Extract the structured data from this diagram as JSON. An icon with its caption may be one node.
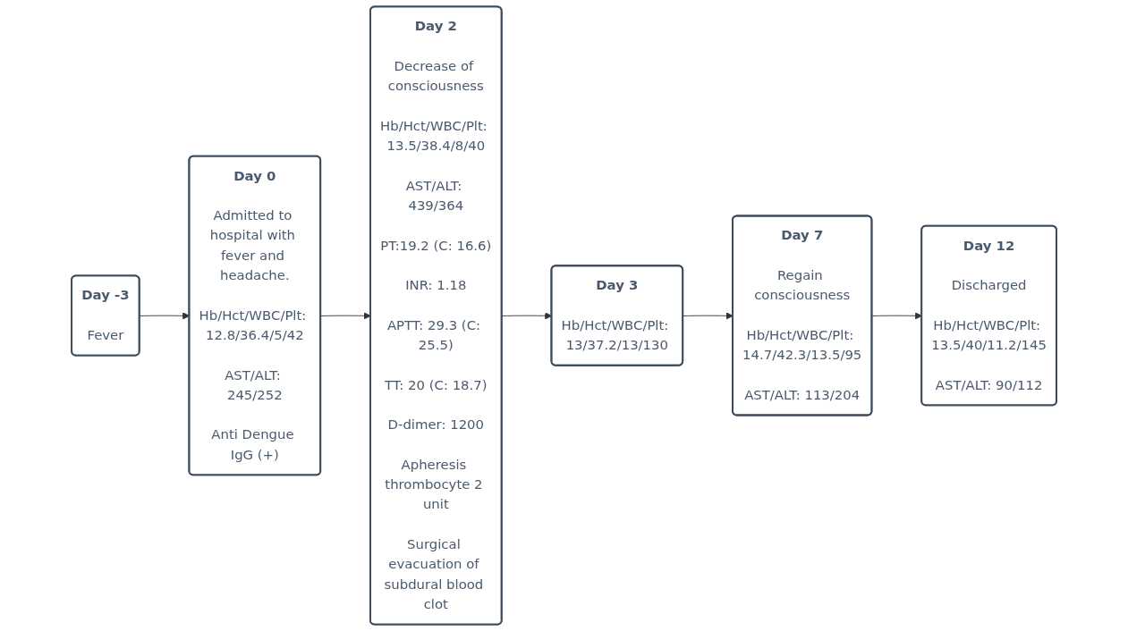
{
  "diagram": {
    "nodes": [
      {
        "text": [
          "Day -3",
          "Fever"
        ]
      },
      {
        "text": [
          "Day 0",
          "Admitted to hospital with fever and headache.",
          "Hb/Hct/WBC/Plt: 12.8/36.4/5/42",
          "AST/ALT: 245/252",
          "Anti Dengue IgG (+)"
        ]
      },
      {
        "text": [
          "Day 2",
          "Decrease of consciousness",
          "Hb/Hct/WBC/Plt: 13.5/38.4/8/40",
          "AST/ALT: 439/364",
          "PT:19.2 (C: 16.6)",
          "INR: 1.18",
          "APTT: 29.3 (C: 25.5)",
          "TT: 20 (C: 18.7)",
          "D-dimer: 1200",
          "Apheresis thrombocyte 2 unit",
          "Surgical evacuation of subdural blood clot"
        ]
      },
      {
        "text": [
          "Day 3",
          "Hb/Hct/WBC/Plt: 13/37.2/13/130"
        ]
      },
      {
        "text": [
          "Day 7",
          "Regain consciousness",
          "Hb/Hct/WBC/Plt: 14.7/42.3/13.5/95",
          "AST/ALT: 113/204"
        ]
      },
      {
        "text": [
          "Day 12",
          "Discharged",
          "Hb/Hct/WBC/Plt: 13.5/40/11.2/145",
          "AST/ALT: 90/112"
        ]
      }
    ],
    "edges": [
      {
        "from": 0,
        "to": 1,
        "arrow": "to"
      },
      {
        "from": 1,
        "to": 2,
        "arrow": "to"
      },
      {
        "from": 2,
        "to": 3,
        "arrow": "to"
      },
      {
        "from": 3,
        "to": 4,
        "arrow": "to"
      },
      {
        "from": 4,
        "to": 5,
        "arrow": "to"
      }
    ]
  }
}
